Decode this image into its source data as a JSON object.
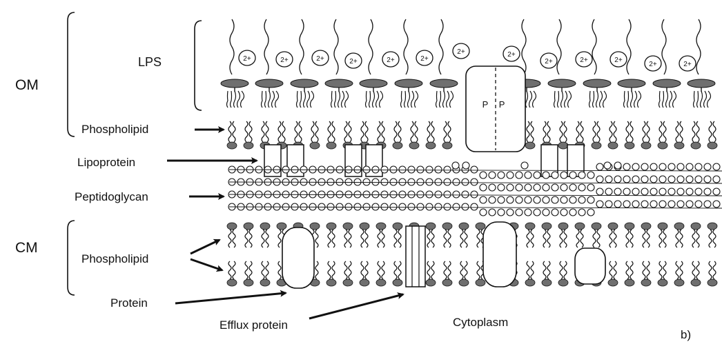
{
  "diagram": {
    "region_labels": {
      "outer_membrane": "OM",
      "cytoplasmic_membrane": "CM"
    },
    "layer_labels": {
      "lps": "LPS",
      "phospholipid_outer": "Phospholipid",
      "lipoprotein": "Lipoprotein",
      "peptidoglycan": "Peptidoglycan",
      "phospholipid_inner": "Phospholipid",
      "protein": "Protein",
      "efflux_protein": "Efflux protein",
      "cytoplasm": "Cytoplasm"
    },
    "ion_label": "2+",
    "porin_label": "P P",
    "panel_label": "b)",
    "colors": {
      "stroke": "#111111",
      "head_fill": "#6f6f6f",
      "ion_fill": "#ffffff",
      "background": "#ffffff"
    }
  }
}
